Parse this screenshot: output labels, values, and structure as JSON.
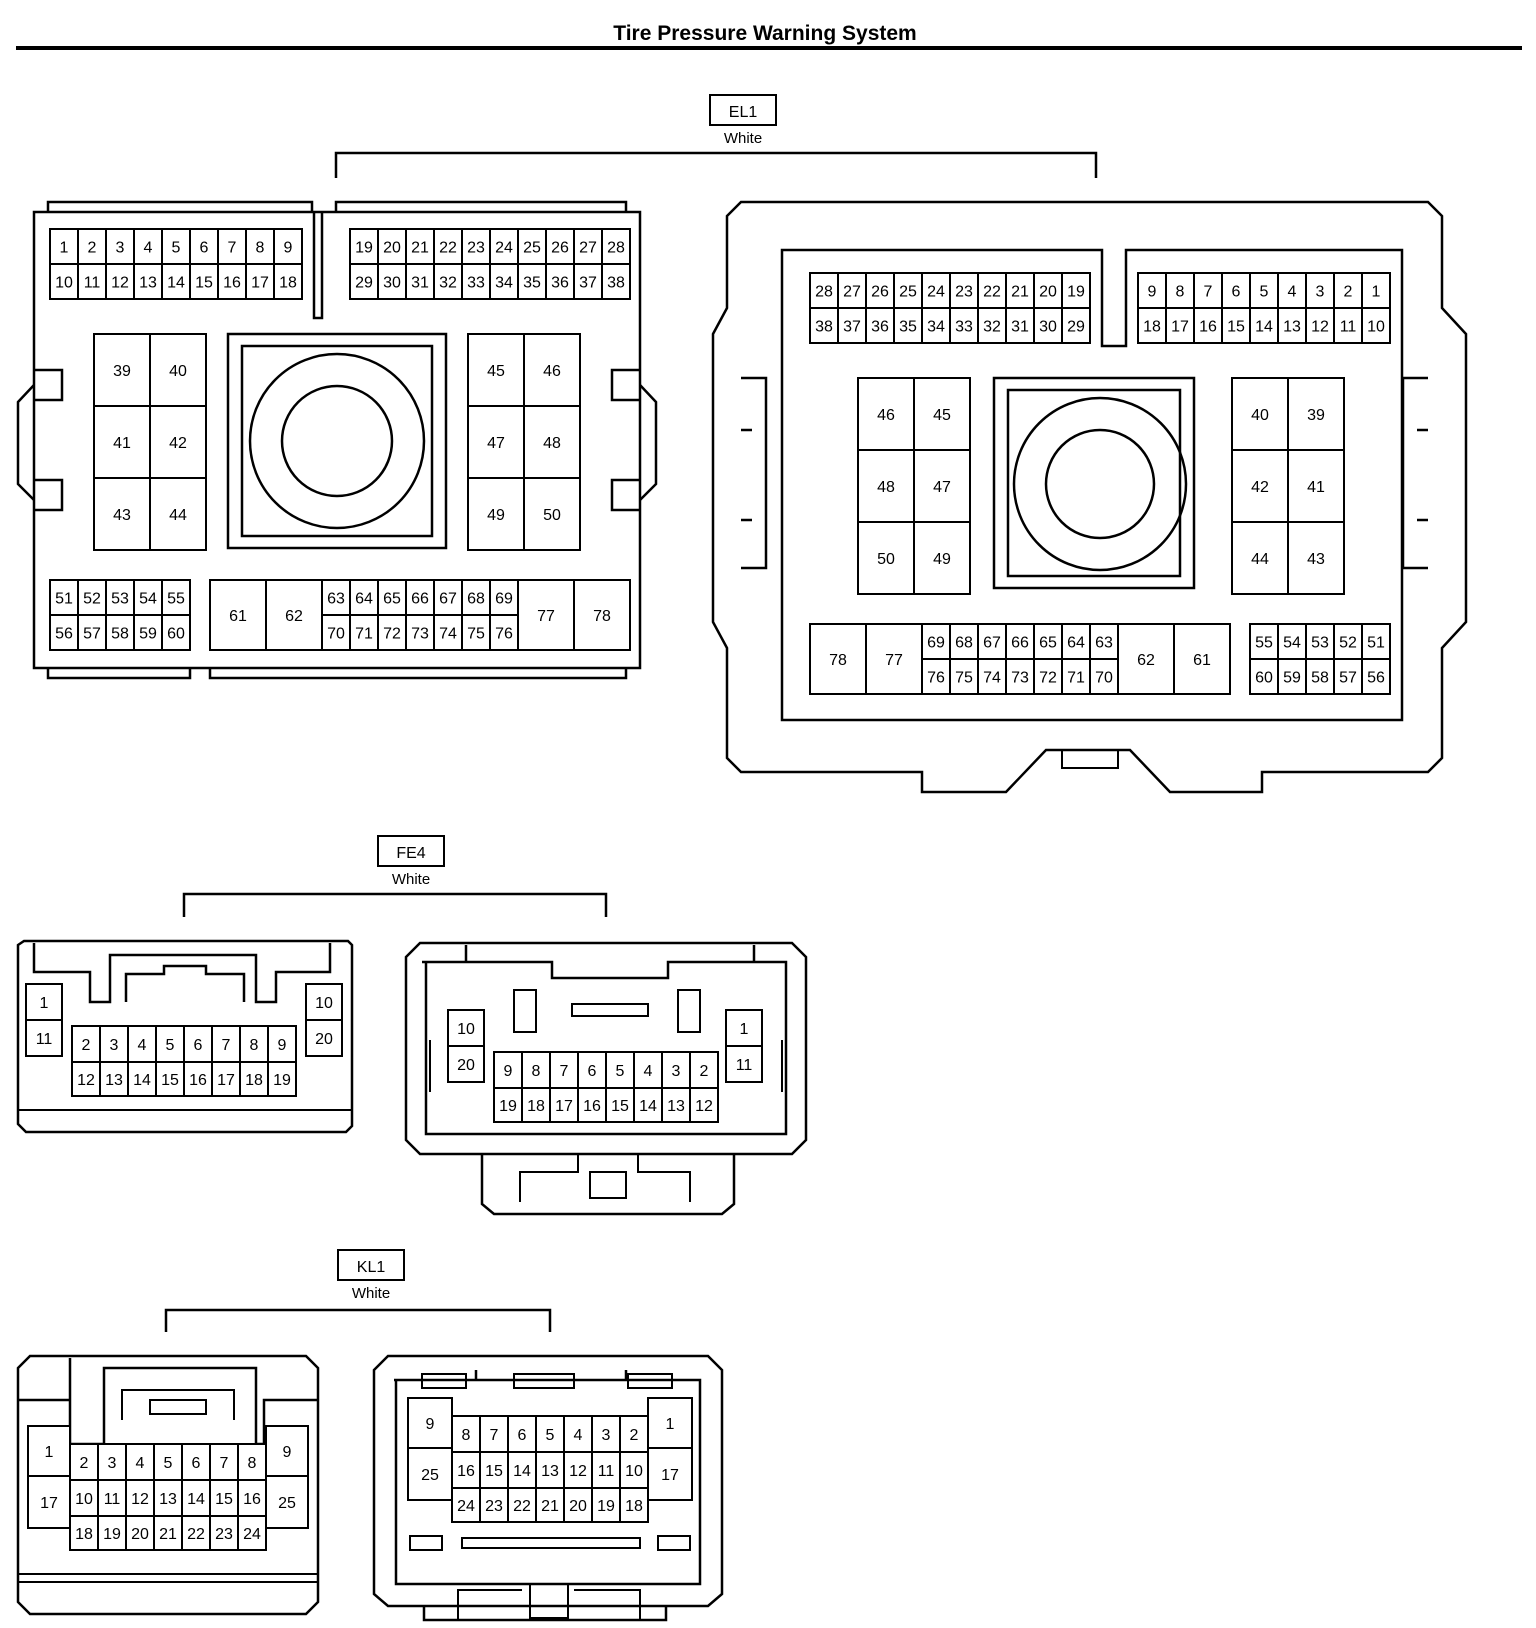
{
  "title": "Tire Pressure Warning System",
  "connectors": [
    {
      "id": "el1",
      "code": "EL1",
      "color": "White"
    },
    {
      "id": "fe4",
      "code": "FE4",
      "color": "White"
    },
    {
      "id": "kl1",
      "code": "KL1",
      "color": "White"
    }
  ]
}
